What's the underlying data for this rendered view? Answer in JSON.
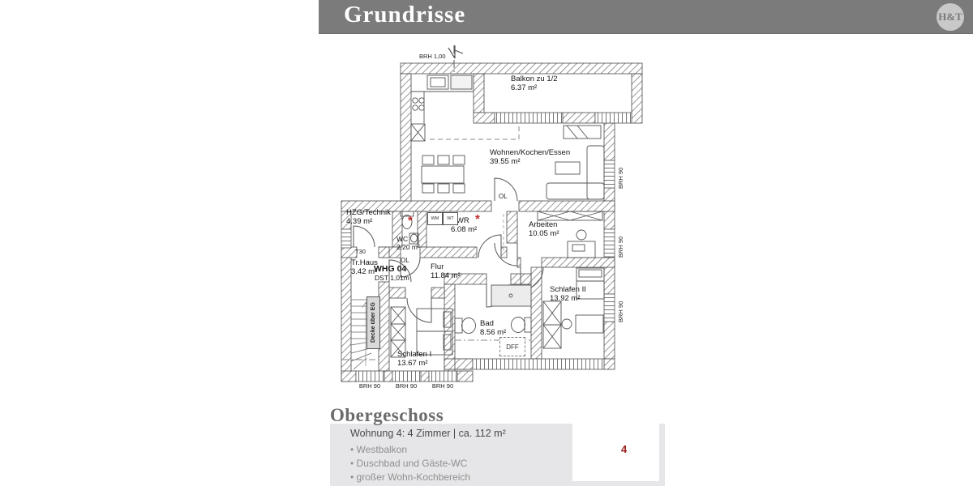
{
  "header": {
    "title": "Grundrisse",
    "logo_text": "H&T"
  },
  "plan": {
    "rooms": [
      {
        "name": "Balkon zu 1/2",
        "area": "6.37 m²"
      },
      {
        "name": "Wohnen/Kochen/Essen",
        "area": "39.55 m²"
      },
      {
        "name": "HZG/Technik",
        "area": "4.39 m²"
      },
      {
        "name": "WC",
        "area": "2.20 m²"
      },
      {
        "name": "HWR",
        "area": "6.08 m²"
      },
      {
        "name": "Arbeiten",
        "area": "10.05 m²"
      },
      {
        "name": "Tr.Haus",
        "area": "3.42 m²"
      },
      {
        "name": "Flur",
        "area": "11.84 m²"
      },
      {
        "name": "Schlafen II",
        "area": "13.92 m²"
      },
      {
        "name": "Bad",
        "area": "8.56 m²"
      },
      {
        "name": "Schlafen I",
        "area": "13.67 m²"
      }
    ],
    "windows": {
      "top": "BRH 1,00",
      "right": [
        "BRH 90",
        "BRH 90",
        "BRH 90"
      ],
      "bottom": [
        "BRH 90",
        "BRH 90",
        "BRH 90"
      ]
    },
    "labels": {
      "t30": "T30",
      "whg": "WHG 04",
      "dst": "DST 1,01m",
      "ol_flur": "OL",
      "ol_wohnen": "OL",
      "wm": "WM",
      "wt": "WT",
      "dff": "DFF",
      "decke_ueber_eg": "Decke über EG",
      "asterisk": "*"
    }
  },
  "footer": {
    "heading": "Obergeschoss",
    "apartment_title": "Wohnung 4: 4 Zimmer | ca. 112 m²",
    "features": [
      "Westbalkon",
      "Duschbad und Gäste-WC",
      "großer Wohn-Kochbereich"
    ],
    "thumbnail_unit_number": "4"
  },
  "colors": {
    "header_bar": "#7b7b7b",
    "logo_circle": "#c9c9c9",
    "heading_gray": "#6c6c6c",
    "info_box": "#e6e6e8",
    "highlight_red": "#981c1c",
    "thumbnail_room_blue": "#c5dcee"
  }
}
